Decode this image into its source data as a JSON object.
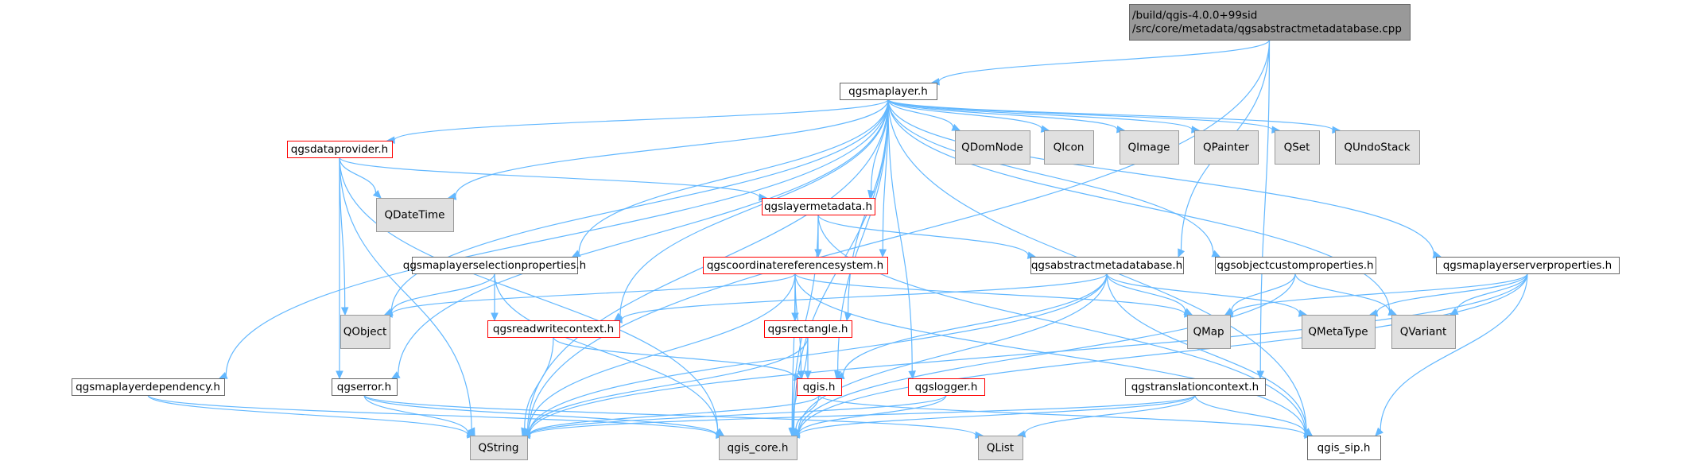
{
  "colors": {
    "edge": "#63b8ff",
    "root_fill": "#999999",
    "root_border": "#666666",
    "local_fill": "#ffffff",
    "local_border": "#666666",
    "missing_fill": "#ffffff",
    "missing_border": "#ff0000",
    "external_fill": "#e0e0e0",
    "external_border": "#999999"
  },
  "nodes": [
    {
      "id": "root",
      "kind": "root",
      "lines": [
        "/build/qgis-4.0.0+99sid",
        "/src/core/metadata/qgsabstractmetadatabase.cpp"
      ]
    },
    {
      "id": "qgsmaplayer_h",
      "kind": "local",
      "lines": [
        "qgsmaplayer.h"
      ]
    },
    {
      "id": "qgsdataprovider_h",
      "kind": "missing",
      "lines": [
        "qgsdataprovider.h"
      ]
    },
    {
      "id": "QDomNode",
      "kind": "external",
      "lines": [
        "QDomNode"
      ]
    },
    {
      "id": "QIcon",
      "kind": "external",
      "lines": [
        "QIcon"
      ]
    },
    {
      "id": "QImage",
      "kind": "external",
      "lines": [
        "QImage"
      ]
    },
    {
      "id": "QPainter",
      "kind": "external",
      "lines": [
        "QPainter"
      ]
    },
    {
      "id": "QSet",
      "kind": "external",
      "lines": [
        "QSet"
      ]
    },
    {
      "id": "QUndoStack",
      "kind": "external",
      "lines": [
        "QUndoStack"
      ]
    },
    {
      "id": "QDateTime",
      "kind": "external",
      "lines": [
        "QDateTime"
      ]
    },
    {
      "id": "qgslayermetadata_h",
      "kind": "missing",
      "lines": [
        "qgslayermetadata.h"
      ]
    },
    {
      "id": "qgsmaplayerselectionproperties_h",
      "kind": "local",
      "lines": [
        "qgsmaplayerselectionproperties.h"
      ]
    },
    {
      "id": "qgscoordinatereferencesystem_h",
      "kind": "missing",
      "lines": [
        "qgscoordinatereferencesystem.h"
      ]
    },
    {
      "id": "qgsabstractmetadatabase_h",
      "kind": "local",
      "lines": [
        "qgsabstractmetadatabase.h"
      ]
    },
    {
      "id": "qgsobjectcustomproperties_h",
      "kind": "local",
      "lines": [
        "qgsobjectcustomproperties.h"
      ]
    },
    {
      "id": "qgsmaplayerserverproperties_h",
      "kind": "local",
      "lines": [
        "qgsmaplayerserverproperties.h"
      ]
    },
    {
      "id": "QObject",
      "kind": "external",
      "lines": [
        "QObject"
      ]
    },
    {
      "id": "qgsreadwritecontext_h",
      "kind": "missing",
      "lines": [
        "qgsreadwritecontext.h"
      ]
    },
    {
      "id": "qgsrectangle_h",
      "kind": "missing",
      "lines": [
        "qgsrectangle.h"
      ]
    },
    {
      "id": "QMap",
      "kind": "external",
      "lines": [
        "QMap"
      ]
    },
    {
      "id": "QMetaType",
      "kind": "external",
      "lines": [
        "QMetaType"
      ]
    },
    {
      "id": "QVariant",
      "kind": "external",
      "lines": [
        "QVariant"
      ]
    },
    {
      "id": "qgsmaplayerdependency_h",
      "kind": "local",
      "lines": [
        "qgsmaplayerdependency.h"
      ]
    },
    {
      "id": "qgserror_h",
      "kind": "local",
      "lines": [
        "qgserror.h"
      ]
    },
    {
      "id": "qgis_h",
      "kind": "missing",
      "lines": [
        "qgis.h"
      ]
    },
    {
      "id": "qgslogger_h",
      "kind": "missing",
      "lines": [
        "qgslogger.h"
      ]
    },
    {
      "id": "qgstranslationcontext_h",
      "kind": "local",
      "lines": [
        "qgstranslationcontext.h"
      ]
    },
    {
      "id": "QString",
      "kind": "external",
      "lines": [
        "QString"
      ]
    },
    {
      "id": "qgis_core_h",
      "kind": "external",
      "lines": [
        "qgis_core.h"
      ]
    },
    {
      "id": "QList",
      "kind": "external",
      "lines": [
        "QList"
      ]
    },
    {
      "id": "qgis_sip_h",
      "kind": "local",
      "lines": [
        "qgis_sip.h"
      ]
    }
  ],
  "edges": [
    [
      "root",
      "qgsmaplayer_h"
    ],
    [
      "root",
      "QString"
    ],
    [
      "root",
      "qgsabstractmetadatabase_h"
    ],
    [
      "root",
      "qgstranslationcontext_h"
    ],
    [
      "qgsmaplayer_h",
      "qgsdataprovider_h"
    ],
    [
      "qgsmaplayer_h",
      "QDomNode"
    ],
    [
      "qgsmaplayer_h",
      "QIcon"
    ],
    [
      "qgsmaplayer_h",
      "QImage"
    ],
    [
      "qgsmaplayer_h",
      "QPainter"
    ],
    [
      "qgsmaplayer_h",
      "QSet"
    ],
    [
      "qgsmaplayer_h",
      "QUndoStack"
    ],
    [
      "qgsmaplayer_h",
      "QDateTime"
    ],
    [
      "qgsmaplayer_h",
      "qgslayermetadata_h"
    ],
    [
      "qgsmaplayer_h",
      "qgsmaplayerselectionproperties_h"
    ],
    [
      "qgsmaplayer_h",
      "qgscoordinatereferencesystem_h"
    ],
    [
      "qgsmaplayer_h",
      "qgsobjectcustomproperties_h"
    ],
    [
      "qgsmaplayer_h",
      "qgsmaplayerserverproperties_h"
    ],
    [
      "qgsmaplayer_h",
      "QObject"
    ],
    [
      "qgsmaplayer_h",
      "qgsreadwritecontext_h"
    ],
    [
      "qgsmaplayer_h",
      "qgsrectangle_h"
    ],
    [
      "qgsmaplayer_h",
      "QVariant"
    ],
    [
      "qgsmaplayer_h",
      "qgsmaplayerdependency_h"
    ],
    [
      "qgsmaplayer_h",
      "qgserror_h"
    ],
    [
      "qgsmaplayer_h",
      "qgis_h"
    ],
    [
      "qgsmaplayer_h",
      "qgslogger_h"
    ],
    [
      "qgsmaplayer_h",
      "QString"
    ],
    [
      "qgsmaplayer_h",
      "qgis_core_h"
    ],
    [
      "qgsmaplayer_h",
      "qgis_sip_h"
    ],
    [
      "qgsdataprovider_h",
      "QDateTime"
    ],
    [
      "qgsdataprovider_h",
      "qgslayermetadata_h"
    ],
    [
      "qgsdataprovider_h",
      "QObject"
    ],
    [
      "qgsdataprovider_h",
      "qgserror_h"
    ],
    [
      "qgsdataprovider_h",
      "QString"
    ],
    [
      "qgsdataprovider_h",
      "qgis_core_h"
    ],
    [
      "qgslayermetadata_h",
      "qgsabstractmetadatabase_h"
    ],
    [
      "qgslayermetadata_h",
      "qgscoordinatereferencesystem_h"
    ],
    [
      "qgslayermetadata_h",
      "qgis_core_h"
    ],
    [
      "qgslayermetadata_h",
      "qgis_sip_h"
    ],
    [
      "qgsmaplayerselectionproperties_h",
      "QObject"
    ],
    [
      "qgsmaplayerselectionproperties_h",
      "qgsreadwritecontext_h"
    ],
    [
      "qgsmaplayerselectionproperties_h",
      "qgis_core_h"
    ],
    [
      "qgscoordinatereferencesystem_h",
      "QObject"
    ],
    [
      "qgscoordinatereferencesystem_h",
      "qgsrectangle_h"
    ],
    [
      "qgscoordinatereferencesystem_h",
      "qgis_h"
    ],
    [
      "qgscoordinatereferencesystem_h",
      "QMap"
    ],
    [
      "qgscoordinatereferencesystem_h",
      "QString"
    ],
    [
      "qgscoordinatereferencesystem_h",
      "qgis_core_h"
    ],
    [
      "qgscoordinatereferencesystem_h",
      "qgis_sip_h"
    ],
    [
      "qgsabstractmetadatabase_h",
      "qgsreadwritecontext_h"
    ],
    [
      "qgsabstractmetadatabase_h",
      "QMap"
    ],
    [
      "qgsabstractmetadatabase_h",
      "QMetaType"
    ],
    [
      "qgsabstractmetadatabase_h",
      "qgis_h"
    ],
    [
      "qgsabstractmetadatabase_h",
      "QString"
    ],
    [
      "qgsabstractmetadatabase_h",
      "qgis_core_h"
    ],
    [
      "qgsabstractmetadatabase_h",
      "qgis_sip_h"
    ],
    [
      "qgsobjectcustomproperties_h",
      "QMap"
    ],
    [
      "qgsobjectcustomproperties_h",
      "QVariant"
    ],
    [
      "qgsobjectcustomproperties_h",
      "qgis_core_h"
    ],
    [
      "qgsmaplayerserverproperties_h",
      "QMap"
    ],
    [
      "qgsmaplayerserverproperties_h",
      "QMetaType"
    ],
    [
      "qgsmaplayerserverproperties_h",
      "QVariant"
    ],
    [
      "qgsmaplayerserverproperties_h",
      "QString"
    ],
    [
      "qgsmaplayerserverproperties_h",
      "qgis_core_h"
    ],
    [
      "qgsmaplayerserverproperties_h",
      "qgis_sip_h"
    ],
    [
      "qgsreadwritecontext_h",
      "qgis_h"
    ],
    [
      "qgsreadwritecontext_h",
      "QString"
    ],
    [
      "qgsrectangle_h",
      "qgis_h"
    ],
    [
      "qgsrectangle_h",
      "QString"
    ],
    [
      "qgsrectangle_h",
      "qgis_core_h"
    ],
    [
      "qgsmaplayerdependency_h",
      "QString"
    ],
    [
      "qgsmaplayerdependency_h",
      "qgis_core_h"
    ],
    [
      "qgserror_h",
      "QString"
    ],
    [
      "qgserror_h",
      "QList"
    ],
    [
      "qgserror_h",
      "qgis_core_h"
    ],
    [
      "qgis_h",
      "QString"
    ],
    [
      "qgis_h",
      "qgis_core_h"
    ],
    [
      "qgis_h",
      "qgis_sip_h"
    ],
    [
      "qgslogger_h",
      "QString"
    ],
    [
      "qgslogger_h",
      "qgis_core_h"
    ],
    [
      "qgstranslationcontext_h",
      "QString"
    ],
    [
      "qgstranslationcontext_h",
      "QList"
    ],
    [
      "qgstranslationcontext_h",
      "qgis_core_h"
    ],
    [
      "qgstranslationcontext_h",
      "qgis_sip_h"
    ]
  ]
}
